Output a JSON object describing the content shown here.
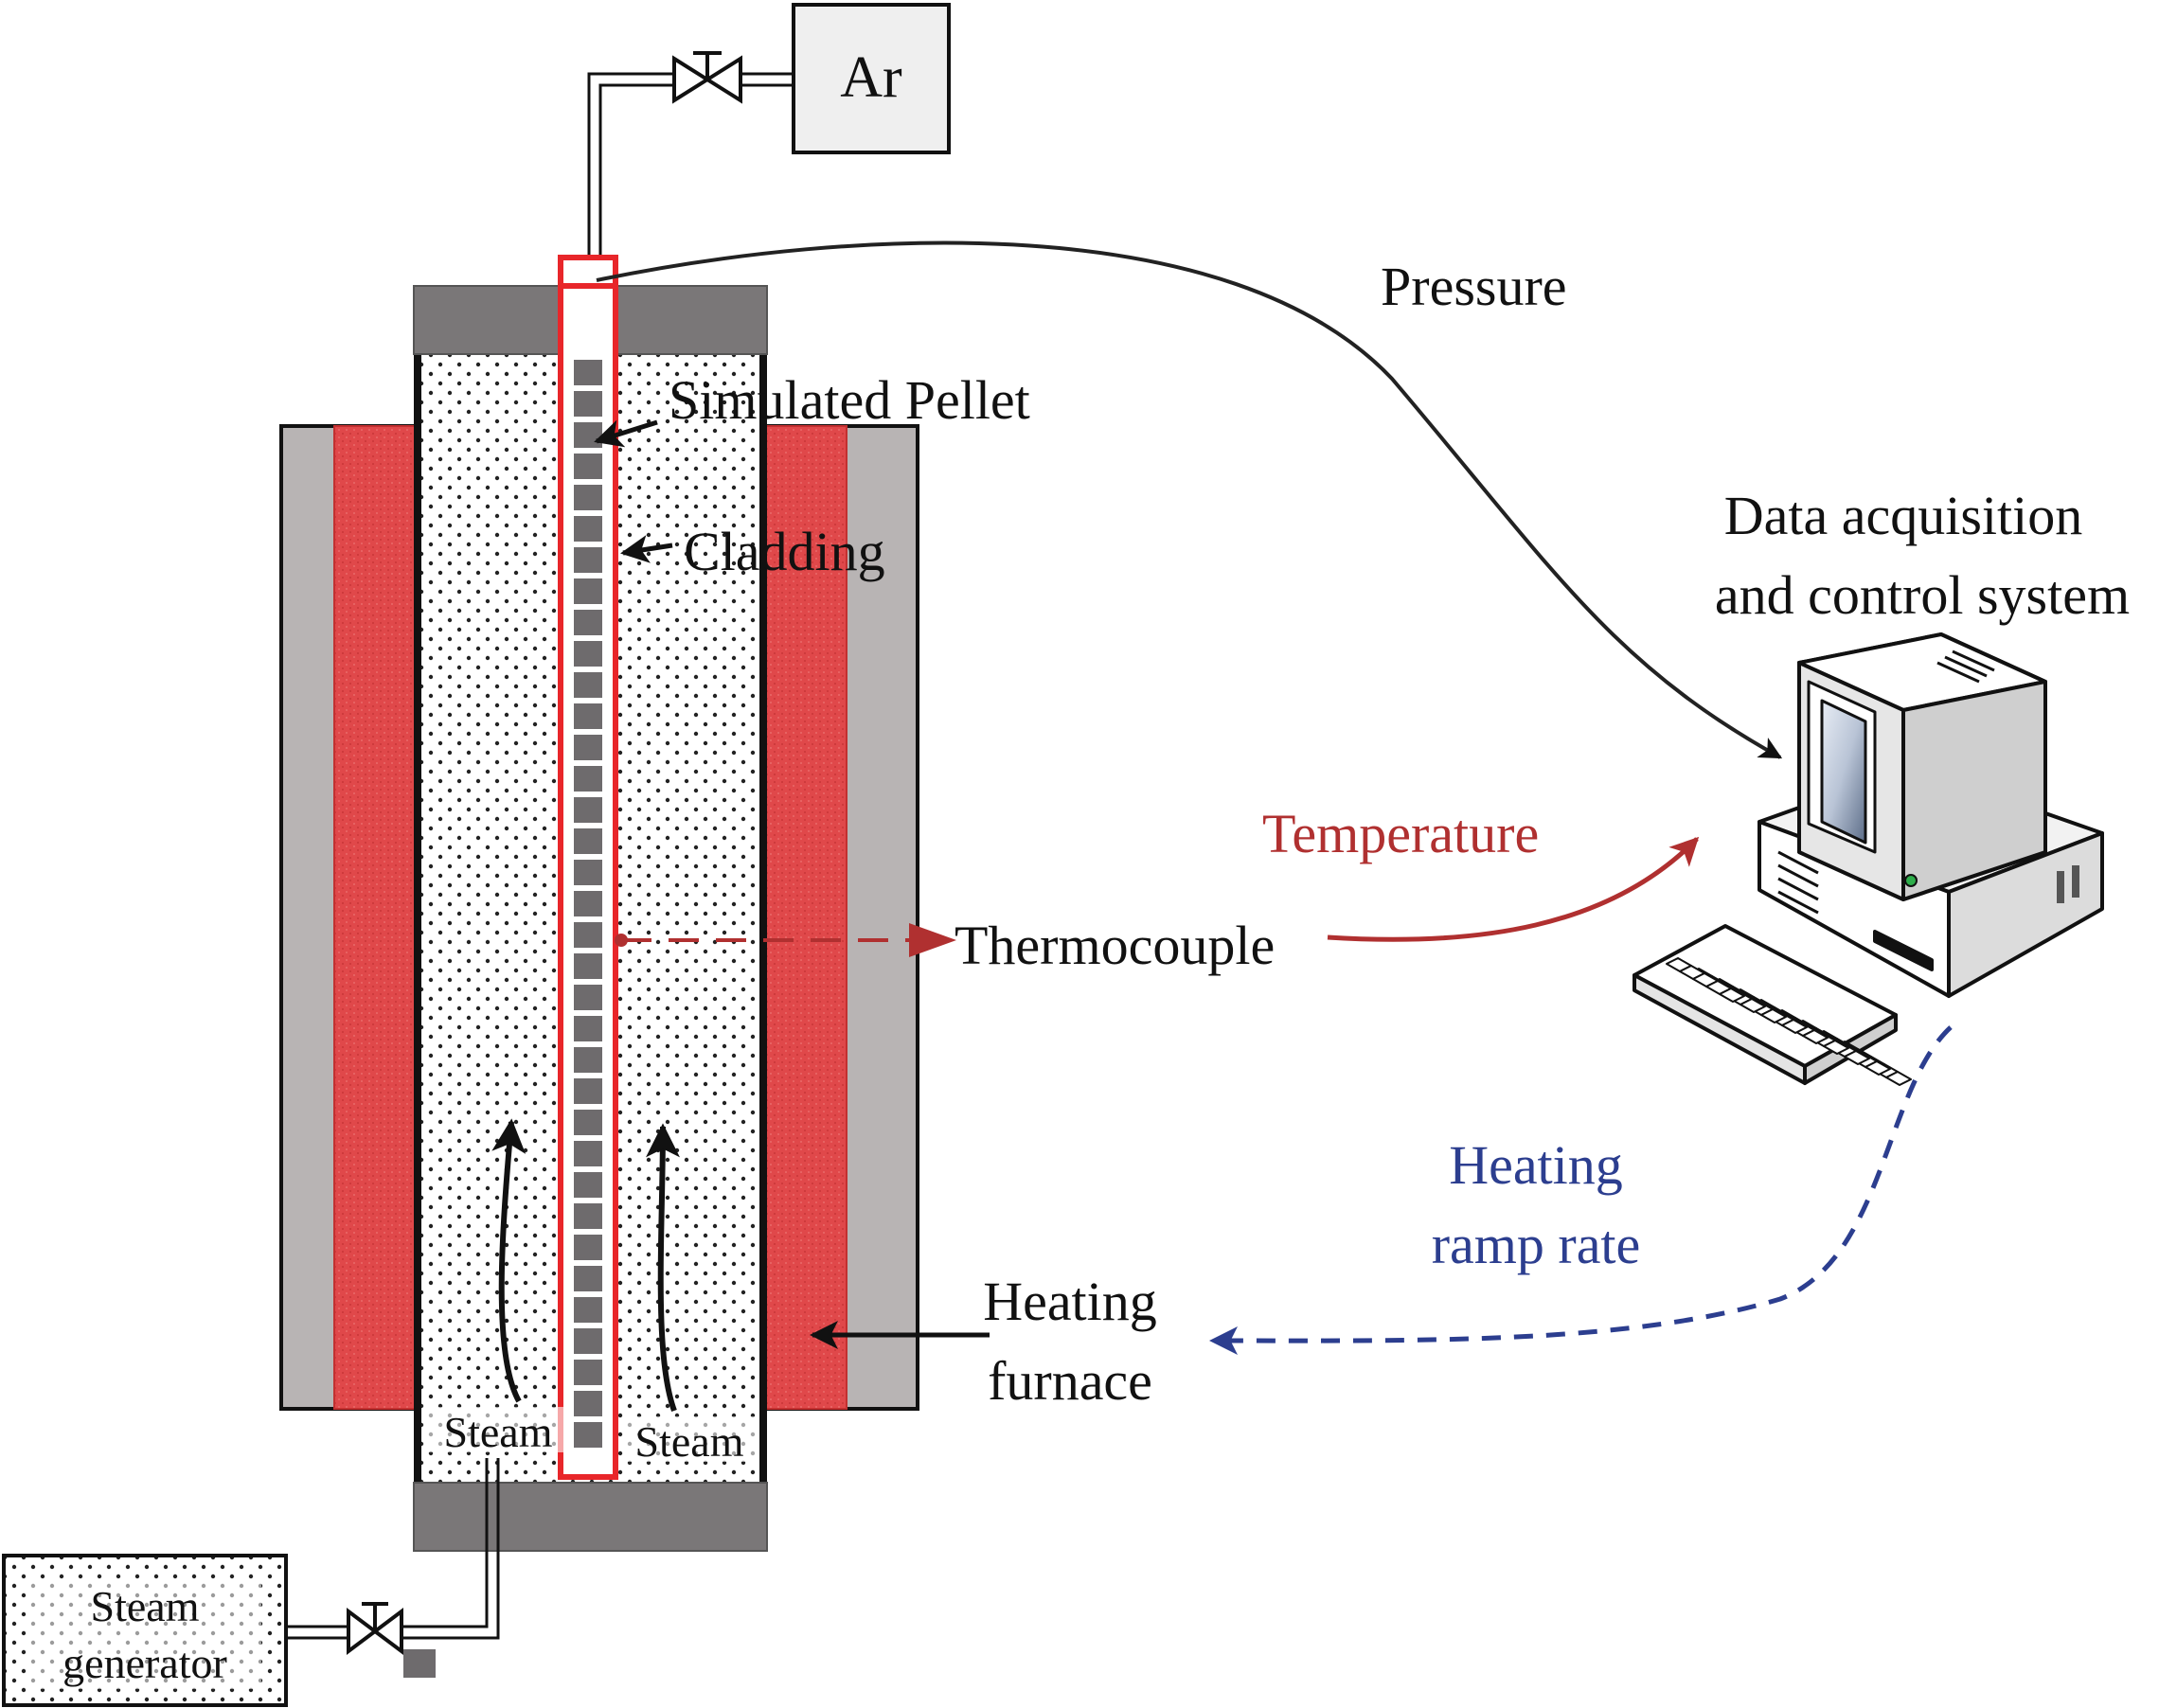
{
  "labels": {
    "ar": "Ar",
    "pressure": "Pressure",
    "simulated_pellet": "Simulated Pellet",
    "cladding": "Cladding",
    "daq_line1": "Data acquisition",
    "daq_line2": "and control system",
    "temperature": "Temperature",
    "thermocouple": "Thermocouple",
    "heating_ramp_line1": "Heating",
    "heating_ramp_line2": "ramp rate",
    "heating_furnace_line1": "Heating",
    "heating_furnace_line2": "furnace",
    "steam_left": "Steam",
    "steam_right": "Steam",
    "steam_generator_line1": "Steam",
    "steam_generator_line2": "generator"
  },
  "colors": {
    "temperature": "#b03030",
    "heating_ramp": "#2c3e8f",
    "heater": "#e0484a",
    "cladding": "#e8262a",
    "furnace_shell": "#b8b4b4",
    "end_cap": "#7a7778",
    "pellet": "#6e6b6d"
  }
}
